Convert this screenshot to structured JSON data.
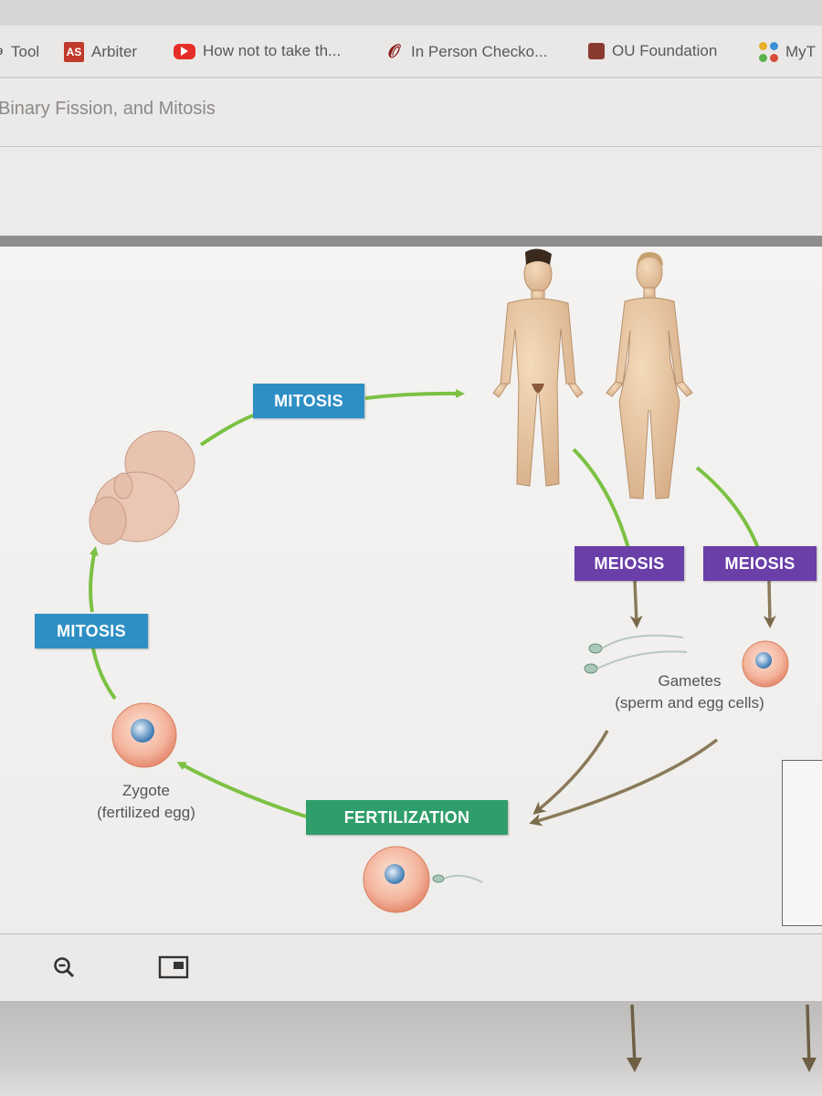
{
  "bookmarks": [
    {
      "label": "Tool",
      "icon": "tool-icon"
    },
    {
      "label": "Arbiter",
      "icon": "arbiter-icon",
      "badge": "AS"
    },
    {
      "label": "How not to take th...",
      "icon": "youtube-icon"
    },
    {
      "label": "In Person Checko...",
      "icon": "ou-logo-icon"
    },
    {
      "label": "OU Foundation",
      "icon": "foundation-icon"
    },
    {
      "label": "MyT",
      "icon": "apps-icon"
    }
  ],
  "page": {
    "title": "Binary Fission, and Mitosis"
  },
  "figure": {
    "labels": {
      "mitosis_top": "MITOSIS",
      "mitosis_left": "MITOSIS",
      "meiosis_male": "MEIOSIS",
      "meiosis_female": "MEIOSIS",
      "fertilization": "FERTILIZATION"
    },
    "captions": {
      "gametes_line1": "Gametes",
      "gametes_line2": "(sperm and egg cells)",
      "zygote_line1": "Zygote",
      "zygote_line2": "(fertilized egg)"
    },
    "colors": {
      "mitosis": "#2e8fc5",
      "meiosis": "#6a3fa8",
      "fertilization": "#2f9e6a",
      "cycle_arrow": "#7cc143",
      "gamete_arrow": "#8a7a5a"
    }
  },
  "controls": {
    "zoom_icon": "zoom-out-icon",
    "pip_icon": "picture-in-picture-icon"
  }
}
